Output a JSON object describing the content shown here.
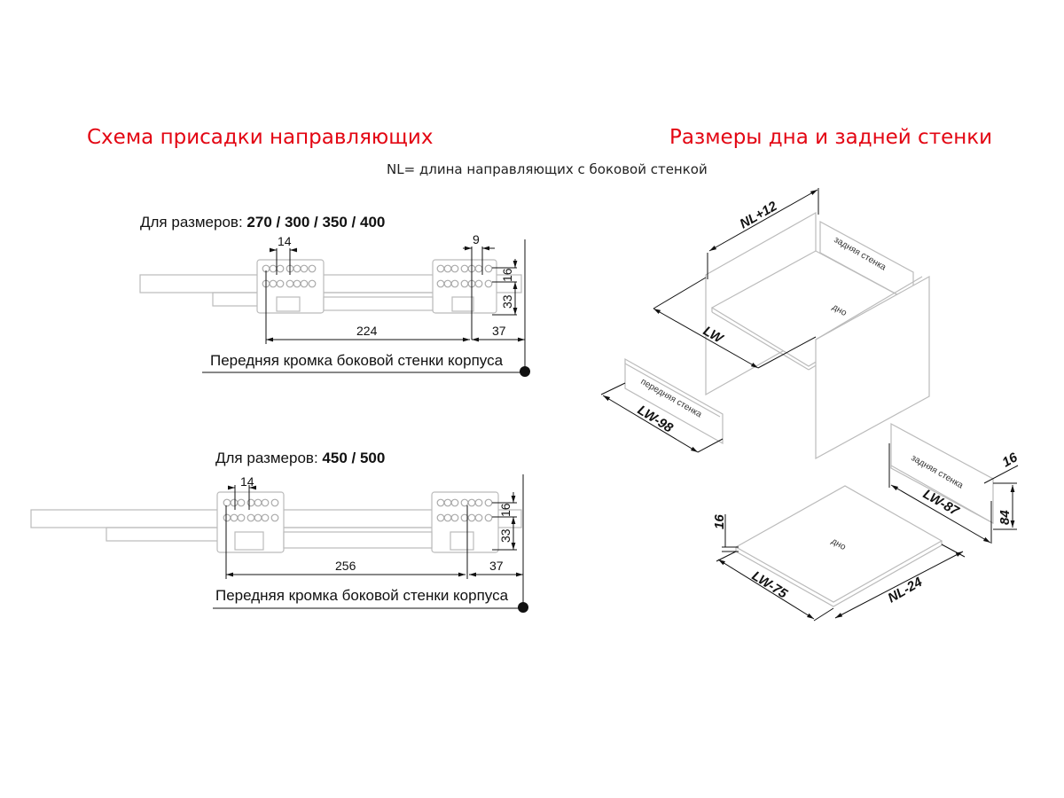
{
  "titles": {
    "left": "Схема присадки направляющих",
    "right": "Размеры дна и задней стенки",
    "note": "NL= длина направляющих с боковой стенкой"
  },
  "scheme1": {
    "label_prefix": "Для размеров: ",
    "sizes": "270 / 300 / 350 / 400",
    "dim_14": "14",
    "dim_9": "9",
    "dim_16": "16",
    "dim_33": "33",
    "dim_main": "224",
    "dim_37": "37",
    "edge_label": "Передняя кромка боковой стенки корпуса"
  },
  "scheme2": {
    "label_prefix": "Для размеров: ",
    "sizes": "450 / 500",
    "dim_14": "14",
    "dim_16": "16",
    "dim_33": "33",
    "dim_main": "256",
    "dim_37": "37",
    "edge_label": "Передняя кромка боковой стенки корпуса"
  },
  "drawer": {
    "nl12": "NL+12",
    "lw": "LW",
    "bottom": "дно",
    "back_wall": "задняя стенка",
    "front_wall": "передняя стенка",
    "lw98": "LW-98",
    "back_wall_part": "задняя стенка",
    "lw87": "LW-87",
    "dim16_back": "16",
    "dim84": "84",
    "bottom_part": "дно",
    "dim16_bottom": "16",
    "lw75": "LW-75",
    "nl24": "NL-24"
  }
}
